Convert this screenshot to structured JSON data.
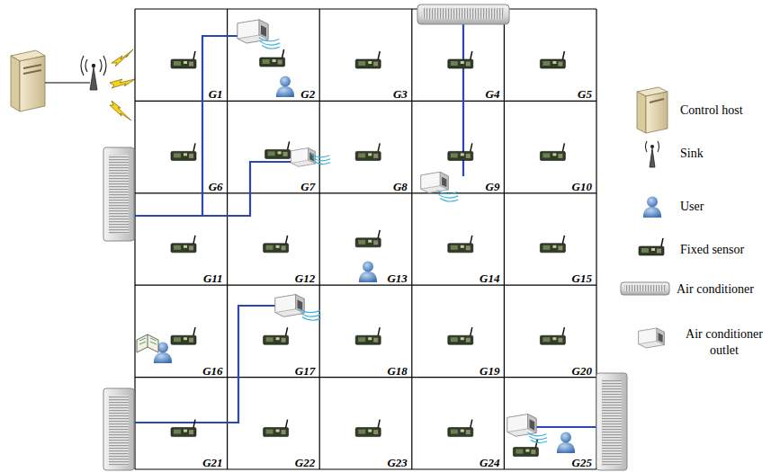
{
  "diagram": {
    "nodes": [
      {
        "text": [
          "G1"
        ]
      },
      {
        "text": [
          "G2"
        ]
      },
      {
        "text": [
          "G3"
        ]
      },
      {
        "text": [
          "G4"
        ]
      },
      {
        "text": [
          "G5"
        ]
      },
      {
        "text": [
          "G6"
        ]
      },
      {
        "text": [
          "G7"
        ]
      },
      {
        "text": [
          "G8"
        ]
      },
      {
        "text": [
          "G9"
        ]
      },
      {
        "text": [
          "G10"
        ]
      },
      {
        "text": [
          "G11"
        ]
      },
      {
        "text": [
          "G12"
        ]
      },
      {
        "text": [
          "G13"
        ]
      },
      {
        "text": [
          "G14"
        ]
      },
      {
        "text": [
          "G15"
        ]
      },
      {
        "text": [
          "G16"
        ]
      },
      {
        "text": [
          "G17"
        ]
      },
      {
        "text": [
          "G18"
        ]
      },
      {
        "text": [
          "G19"
        ]
      },
      {
        "text": [
          "G20"
        ]
      },
      {
        "text": [
          "G21"
        ]
      },
      {
        "text": [
          "G22"
        ]
      },
      {
        "text": [
          "G23"
        ]
      },
      {
        "text": [
          "G24"
        ]
      },
      {
        "text": [
          "G25"
        ]
      }
    ],
    "legend": [
      {
        "text": "Control host"
      },
      {
        "text": "Sink"
      },
      {
        "text": "User"
      },
      {
        "text": "Fixed sensor"
      },
      {
        "text": "Air conditioner"
      },
      {
        "text": "Air conditioner outlet"
      }
    ]
  }
}
